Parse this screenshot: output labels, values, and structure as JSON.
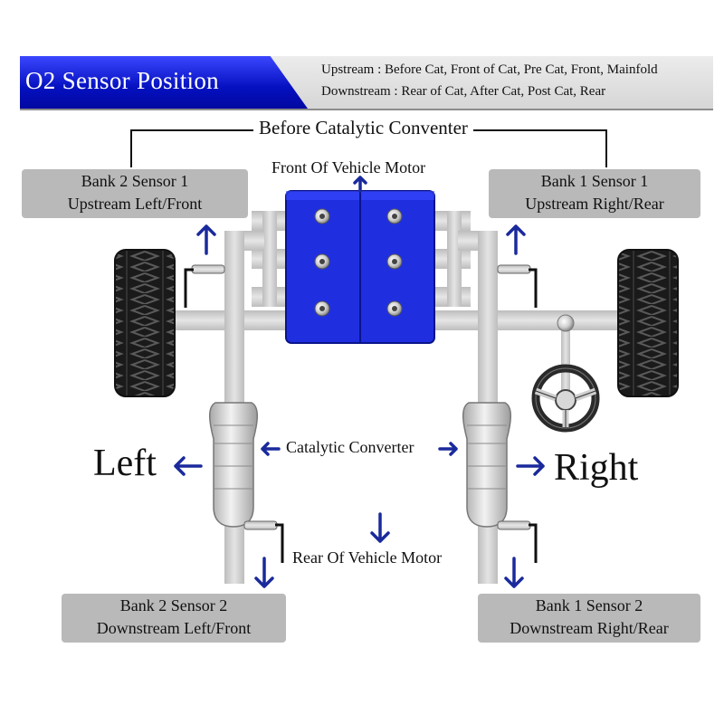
{
  "header": {
    "title": "O2 Sensor Position",
    "upstream_line": "Upstream : Before Cat, Front of Cat, Pre Cat, Front, Mainfold",
    "downstream_line": "Downstream : Rear of Cat, After Cat, Post Cat, Rear",
    "title_color": "#0a14d0"
  },
  "labels": {
    "before_cat": "Before Catalytic Conventer",
    "front_vehicle": "Front Of Vehicle Motor",
    "rear_vehicle": "Rear Of Vehicle Motor",
    "catalytic": "Catalytic Converter",
    "left": "Left",
    "right": "Right"
  },
  "sensors": {
    "bank2_sensor1": {
      "line1": "Bank 2 Sensor 1",
      "line2": "Upstream Left/Front"
    },
    "bank1_sensor1": {
      "line1": "Bank 1 Sensor 1",
      "line2": "Upstream Right/Rear"
    },
    "bank2_sensor2": {
      "line1": "Bank 2 Sensor 2",
      "line2": "Downstream Left/Front"
    },
    "bank1_sensor2": {
      "line1": "Bank 1 Sensor 2",
      "line2": "Downstream Right/Rear"
    }
  },
  "colors": {
    "arrow": "#1a2a9c",
    "engine": "#1f2fe0",
    "label_box": "#b9b9b9",
    "pipe": "#cfcfcf"
  },
  "icons": [
    "tire-icon",
    "engine-block-icon",
    "catalytic-converter-icon",
    "o2-sensor-icon",
    "steering-wheel-icon",
    "arrow-icon"
  ]
}
